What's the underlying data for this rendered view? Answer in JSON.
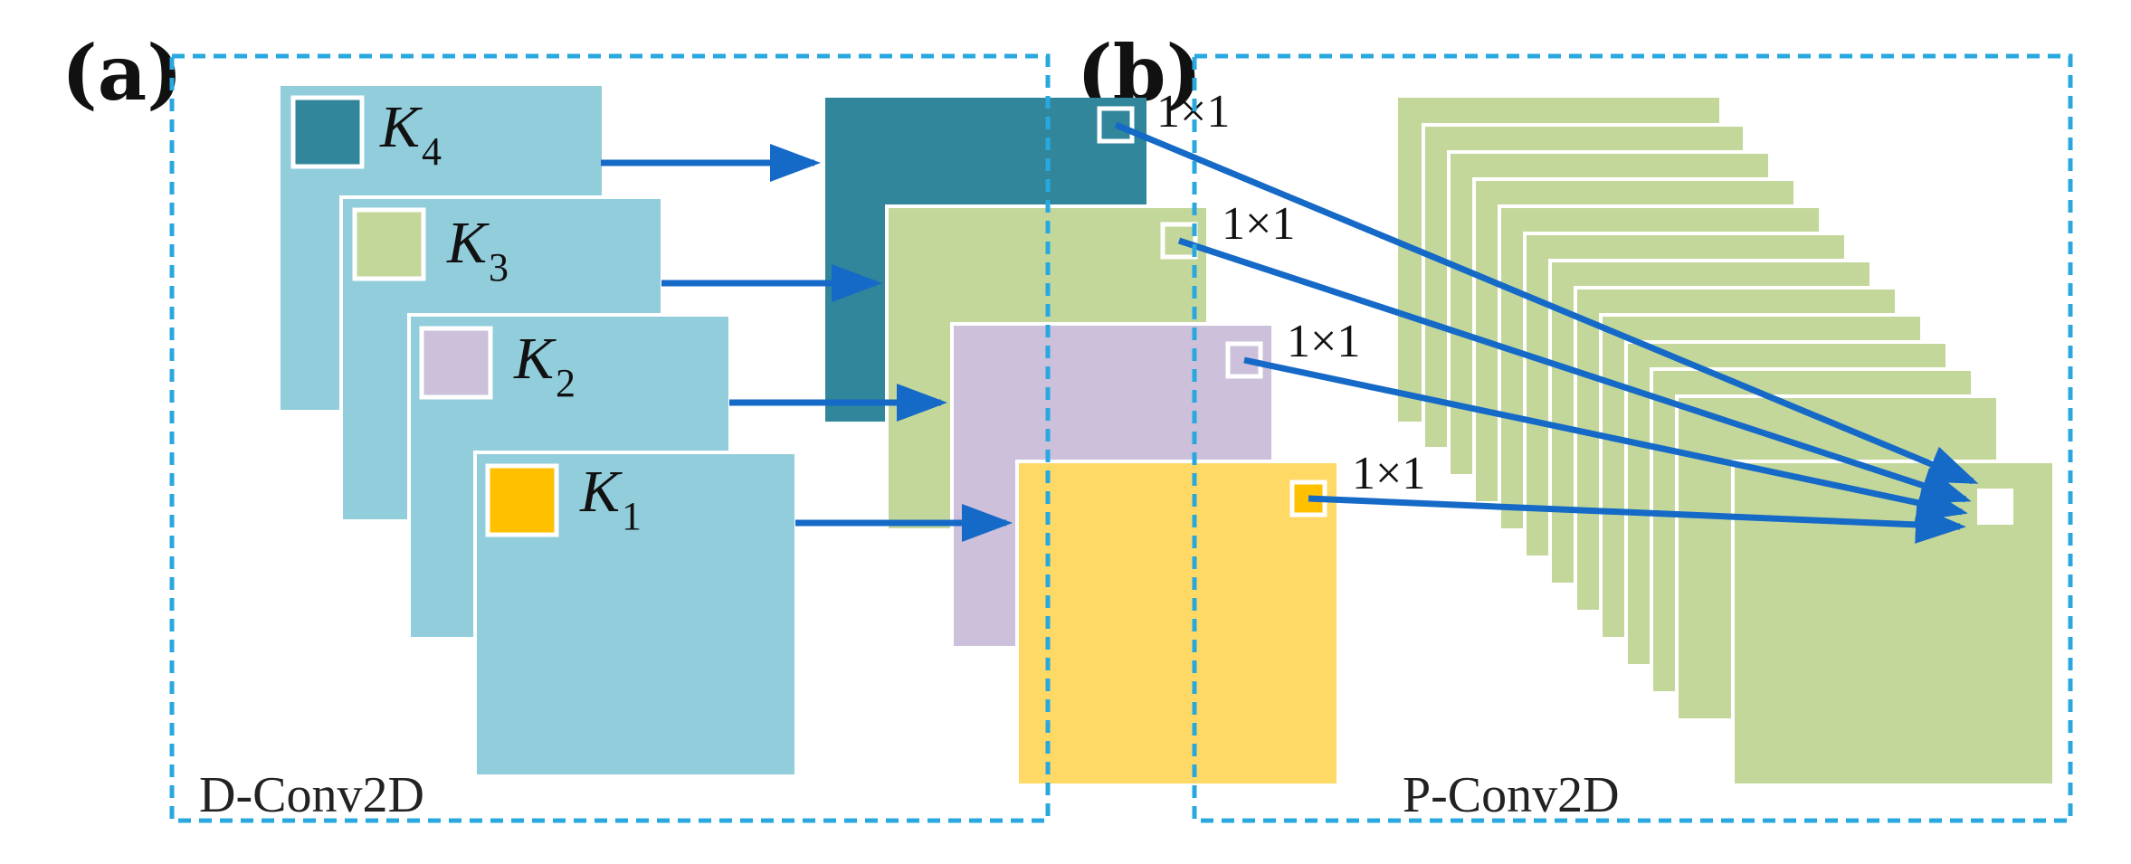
{
  "panels": {
    "a": {
      "label": "(a)",
      "region_label": "D-Conv2D"
    },
    "b": {
      "label": "(b)",
      "region_label": "P-Conv2D"
    }
  },
  "kernels": [
    {
      "name": "K",
      "sub": "4",
      "color": "#31869b"
    },
    {
      "name": "K",
      "sub": "3",
      "color": "#c4d79b"
    },
    {
      "name": "K",
      "sub": "2",
      "color": "#ccc0da"
    },
    {
      "name": "K",
      "sub": "1",
      "color": "#ffc000"
    }
  ],
  "pointwise_label": "1×1",
  "colors": {
    "input_channel": "#92cddc",
    "dashed_border": "#29a8e0",
    "arrow": "#1569c7",
    "output_k4": "#31869b",
    "output_k3": "#c4d79b",
    "output_k2": "#ccc0da",
    "output_k1": "#ffd966",
    "pointwise_stack": "#c4d79b"
  }
}
